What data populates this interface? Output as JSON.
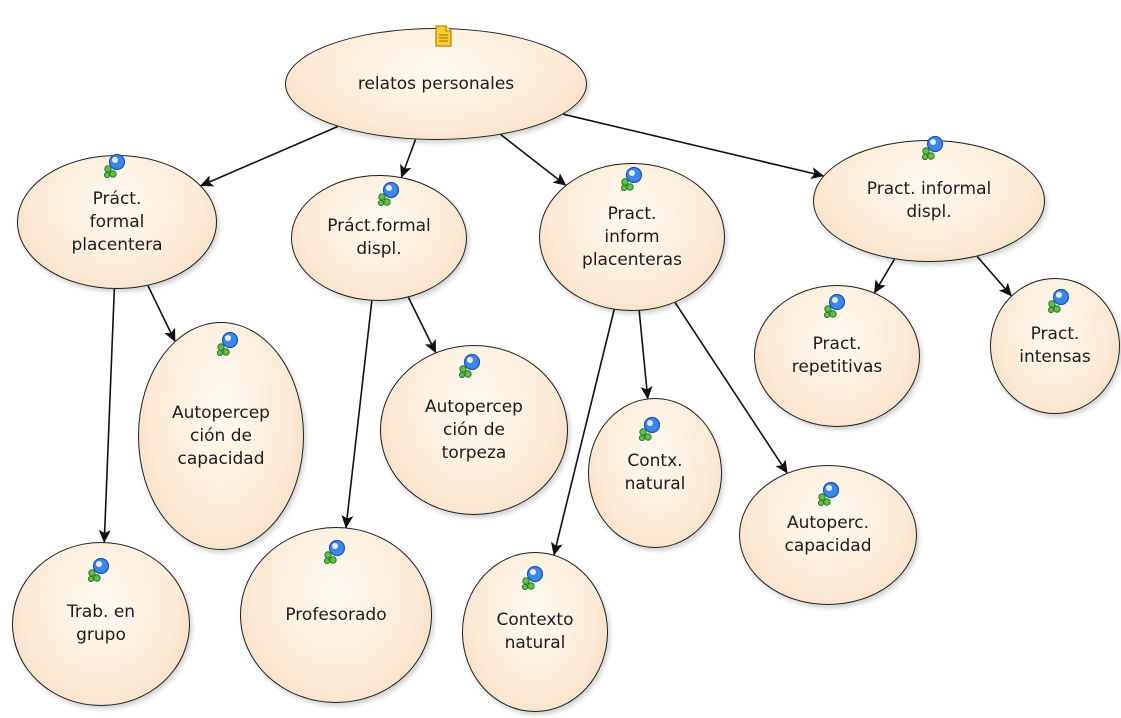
{
  "diagram": {
    "root": {
      "label": "relatos personales",
      "icon": "document-icon"
    },
    "nodes": [
      {
        "id": "n1",
        "label": "Práct.\nformal\nplacentera",
        "icon": "network-globe-icon"
      },
      {
        "id": "n2",
        "label": "Práct.formal\ndispl.",
        "icon": "network-globe-icon"
      },
      {
        "id": "n3",
        "label": "Pract.\ninform\nplacenteras",
        "icon": "network-globe-icon"
      },
      {
        "id": "n4",
        "label": "Pract. informal\ndispl.",
        "icon": "network-globe-icon"
      },
      {
        "id": "n5",
        "label": "Autopercep\nción de\ncapacidad",
        "icon": "network-globe-icon"
      },
      {
        "id": "n6",
        "label": "Trab. en\ngrupo",
        "icon": "network-globe-icon"
      },
      {
        "id": "n7",
        "label": "Autopercep\nción de\ntorpeza",
        "icon": "network-globe-icon"
      },
      {
        "id": "n8",
        "label": "Profesorado",
        "icon": "network-globe-icon"
      },
      {
        "id": "n9",
        "label": "Contx.\nnatural",
        "icon": "network-globe-icon"
      },
      {
        "id": "n10",
        "label": "Contexto\nnatural",
        "icon": "network-globe-icon"
      },
      {
        "id": "n11",
        "label": "Autoperc.\ncapacidad",
        "icon": "network-globe-icon"
      },
      {
        "id": "n12",
        "label": "Pract.\nrepetitivas",
        "icon": "network-globe-icon"
      },
      {
        "id": "n13",
        "label": "Pract.\nintensas",
        "icon": "network-globe-icon"
      }
    ],
    "links": [
      [
        "root",
        "n1"
      ],
      [
        "root",
        "n2"
      ],
      [
        "root",
        "n3"
      ],
      [
        "root",
        "n4"
      ],
      [
        "n1",
        "n5"
      ],
      [
        "n1",
        "n6"
      ],
      [
        "n2",
        "n7"
      ],
      [
        "n2",
        "n8"
      ],
      [
        "n3",
        "n9"
      ],
      [
        "n3",
        "n10"
      ],
      [
        "n3",
        "n11"
      ],
      [
        "n4",
        "n12"
      ],
      [
        "n4",
        "n13"
      ]
    ],
    "colors": {
      "fill": "#fbead6",
      "stroke": "#1e1e1e",
      "link": "#111111"
    }
  }
}
